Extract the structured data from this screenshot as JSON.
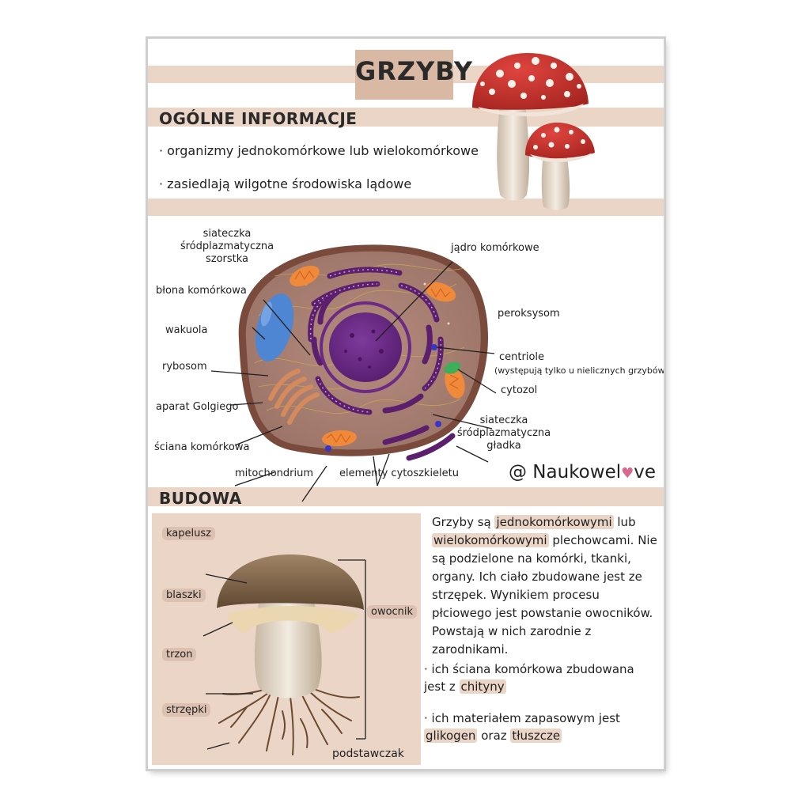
{
  "title": "GRZYBY",
  "general": {
    "heading": "OGÓLNE INFORMACJE",
    "bullets": [
      "· organizmy jednokomórkowe lub wielokomórkowe",
      "· zasiedlają wilgotne środowiska lądowe"
    ]
  },
  "cell_diagram": {
    "labels": {
      "er_rough_1": "siateczka",
      "er_rough_2": "śródplazmatyczna",
      "er_rough_3": "szorstka",
      "membrane": "błona komórkowa",
      "vacuole": "wakuola",
      "ribosome": "rybosom",
      "golgi": "aparat Golgiego",
      "cell_wall": "ściana komórkowa",
      "mitochondrion": "mitochondrium",
      "cytoskeleton": "elementy cytoszkieletu",
      "nucleus": "jądro komórkowe",
      "peroxisome": "peroksysom",
      "centriole": "centriole",
      "centriole_note": "(występują tylko u nielicznych grzybów)",
      "cytosol": "cytozol",
      "er_smooth_1": "siateczka",
      "er_smooth_2": "śródplazmatyczna",
      "er_smooth_3": "gładka"
    }
  },
  "watermark": {
    "prefix": "@ Naukowel",
    "heart": "♥",
    "suffix": "ve"
  },
  "structure": {
    "heading": "BUDOWA",
    "labels": {
      "cap": "kapelusz",
      "gills": "blaszki",
      "stem": "trzon",
      "hyphae": "strzępki",
      "fruiting_body": "owocnik",
      "basidiomycete": "podstawczak"
    },
    "paragraph": {
      "p1": "Grzyby są ",
      "hl1": "jednokomórkowymi",
      "p2": " lub ",
      "hl2": "wielokomórkowymi",
      "p3": " plechowcami. Nie są podzielone na komórki, tkanki, organy. Ich ciało zbudowane jest ze strzępek. Wynikiem procesu płciowego jest powstanie owocników. Powstają w nich zarodnie z zarodnikami."
    },
    "fact1": {
      "p1": "· ich ściana komórkowa zbudowana jest z ",
      "hl": "chityny"
    },
    "fact2": {
      "p1": "· ich materiałem zapasowym jest ",
      "hl1": "glikogen",
      "p2": " oraz ",
      "hl2": "tłuszcze"
    }
  },
  "colors": {
    "band": "#ead5c6",
    "title_box": "#d9b8a4",
    "toadstool_red": "#c9302c",
    "nucleus": "#6a2a86",
    "vacuole": "#4f86d4",
    "mitochondria": "#f08a3a",
    "cell_wall": "#7a4a3c",
    "cytoplasm": "#a67e71"
  }
}
